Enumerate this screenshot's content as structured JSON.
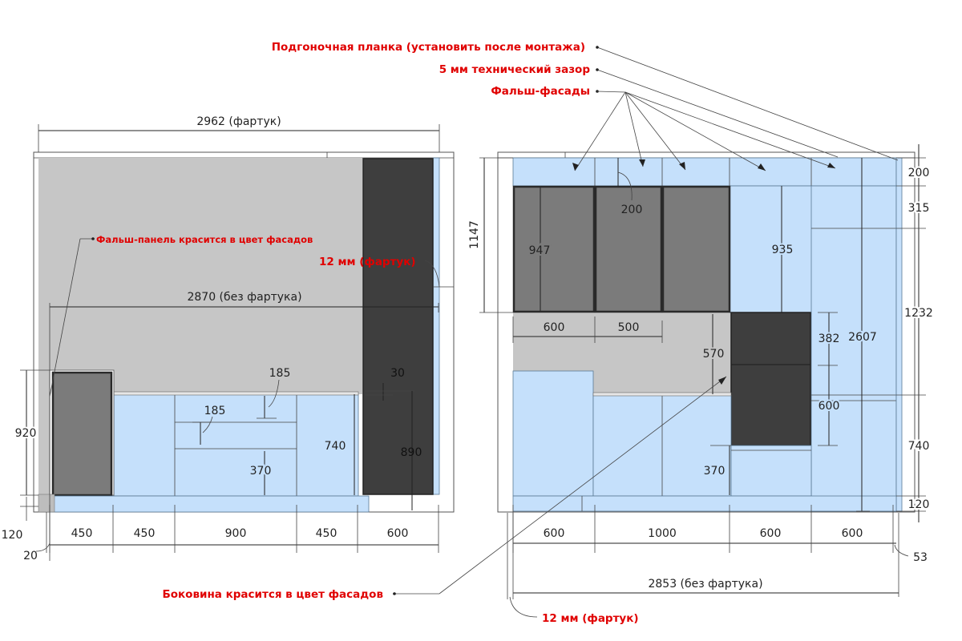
{
  "notes": {
    "adjust_strip": "Подгоночная планка (установить после монтажа)",
    "tech_gap": "5 мм технический зазор",
    "false_fronts": "Фальш-фасады",
    "false_panel": "Фальш-панель красится в цвет фасадов",
    "apron_12_left": "12 мм (фартук)",
    "side_panel": "Боковина красится в цвет фасадов",
    "apron_12_right": "12 мм (фартук)"
  },
  "left_view": {
    "top_width": "2962 (фартук)",
    "inner_width": "2870 (без фартука)",
    "height_920": "920",
    "d185_a": "185",
    "d185_b": "185",
    "d370": "370",
    "d740": "740",
    "d30": "30",
    "d890": "890",
    "d120": "120",
    "d20": "20",
    "bottom": [
      "450",
      "450",
      "900",
      "450",
      "600"
    ]
  },
  "right_view": {
    "h1147": "1147",
    "d200_top": "200",
    "d947": "947",
    "d935": "935",
    "d600": "600",
    "d500": "500",
    "d570": "570",
    "d382": "382",
    "d600_b": "600",
    "d370": "370",
    "d2607": "2607",
    "r200": "200",
    "r315": "315",
    "r1232": "1232",
    "r740": "740",
    "r120": "120",
    "bottom": [
      "600",
      "1000",
      "600",
      "600"
    ],
    "d53": "53",
    "total": "2853 (без фартука)"
  }
}
